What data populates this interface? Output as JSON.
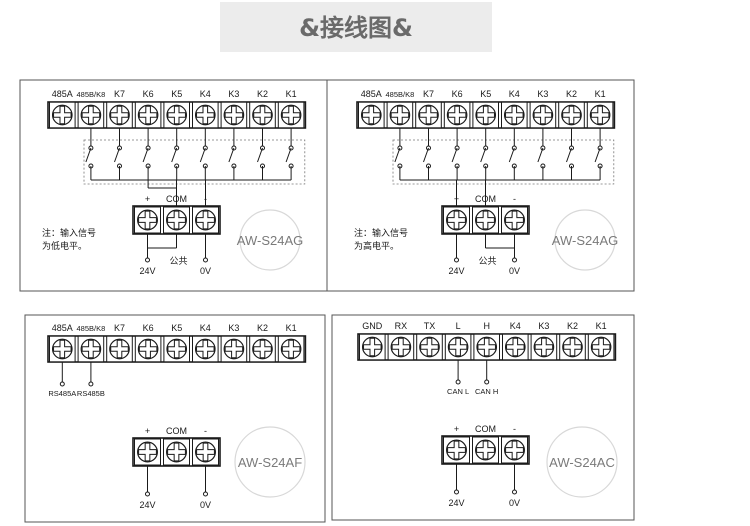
{
  "title": "&接线图&",
  "colors": {
    "ink": "#1a1a1a",
    "banner": "#ececec",
    "stamp": "#d8d8d8",
    "stamp_text": "#7a7a7a"
  },
  "panels": [
    {
      "id": "p1",
      "terminals": [
        "485A",
        "485B/K8",
        "K7",
        "K6",
        "K5",
        "K4",
        "K3",
        "K2",
        "K1"
      ],
      "switches": 8,
      "power": {
        "labels": [
          "+",
          "COM",
          "-"
        ],
        "left": "24V",
        "middle": "公共",
        "right": "0V"
      },
      "note": [
        "注：输入信号",
        "为低电平。"
      ],
      "model": "AW-S24AG"
    },
    {
      "id": "p2",
      "terminals": [
        "485A",
        "485B/K8",
        "K7",
        "K6",
        "K5",
        "K4",
        "K3",
        "K2",
        "K1"
      ],
      "switches": 8,
      "power": {
        "labels": [
          "+",
          "COM",
          "-"
        ],
        "left": "24V",
        "middle": "公共",
        "right": "0V"
      },
      "note": [
        "注：输入信号",
        "为高电平。"
      ],
      "model": "AW-S24AG"
    },
    {
      "id": "p3",
      "terminals": [
        "485A",
        "485B/K8",
        "K7",
        "K6",
        "K5",
        "K4",
        "K3",
        "K2",
        "K1"
      ],
      "taps": [
        "RS485A",
        "RS485B"
      ],
      "power": {
        "labels": [
          "+",
          "COM",
          "-"
        ],
        "left": "24V",
        "right": "0V"
      },
      "model": "AW-S24AF"
    },
    {
      "id": "p4",
      "terminals": [
        "GND",
        "RX",
        "TX",
        "L",
        "H",
        "K4",
        "K3",
        "K2",
        "K1"
      ],
      "taps": [
        "CAN L",
        "CAN H"
      ],
      "power": {
        "labels": [
          "+",
          "COM",
          "-"
        ],
        "left": "24V",
        "right": "0V"
      },
      "model": "AW-S24AC"
    }
  ]
}
